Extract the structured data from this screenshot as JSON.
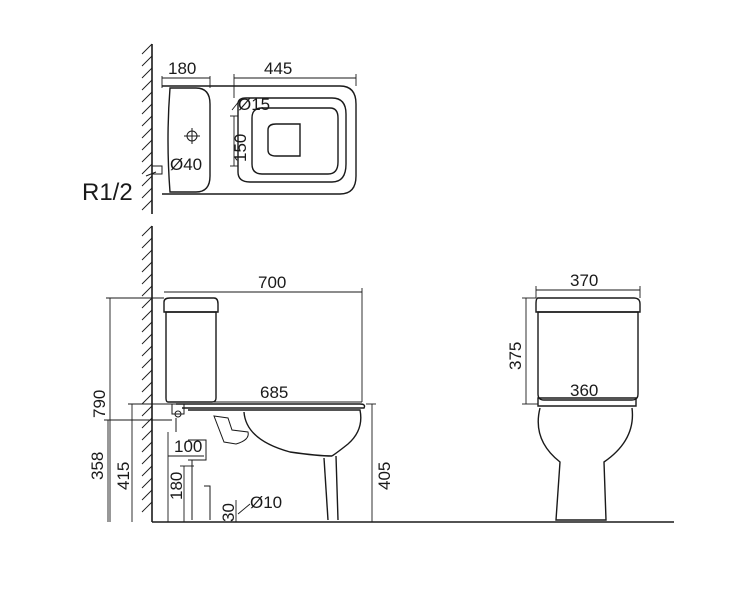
{
  "labels": {
    "top_tank_depth": "180",
    "top_bowl_length": "445",
    "top_inlet_diameter": "Ø15",
    "top_inlet_offset": "150",
    "top_outlet_diameter": "Ø40",
    "thread": "R1/2",
    "side_total_length": "700",
    "side_bowl_length": "685",
    "side_total_height": "790",
    "side_inlet_height": "358",
    "side_seat_height_wall": "415",
    "side_outlet_offset": "100",
    "side_outlet_height": "180",
    "side_floor_offset": "30",
    "side_fixing_diameter": "Ø10",
    "side_seat_height": "405",
    "front_tank_width": "370",
    "front_tank_height": "375",
    "front_seat_width": "360"
  }
}
